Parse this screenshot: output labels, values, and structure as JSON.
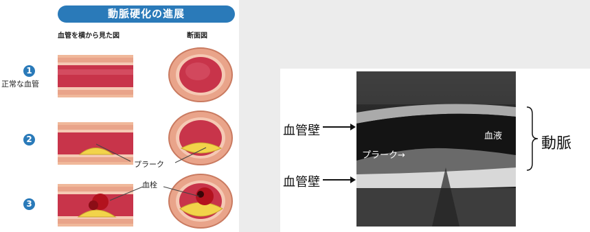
{
  "left": {
    "title": "動脈硬化の進展",
    "col_side": "血管を横から見た図",
    "col_section": "断面図",
    "steps": [
      {
        "num": "1",
        "label": "正常な血管"
      },
      {
        "num": "2",
        "label": ""
      },
      {
        "num": "3",
        "label": ""
      }
    ],
    "callouts": {
      "plaque": "プラーク",
      "clot": "血栓"
    }
  },
  "right": {
    "wall_top": "血管壁",
    "wall_bottom": "血管壁",
    "blood": "血液",
    "plaque": "プラーク→",
    "artery": "動脈"
  },
  "colors": {
    "title_bg": "#2a7ab9",
    "vessel_wall": "#e9a48a",
    "lumen": "#c8344a",
    "plaque": "#f2d34a",
    "clot": "#b3121e"
  }
}
